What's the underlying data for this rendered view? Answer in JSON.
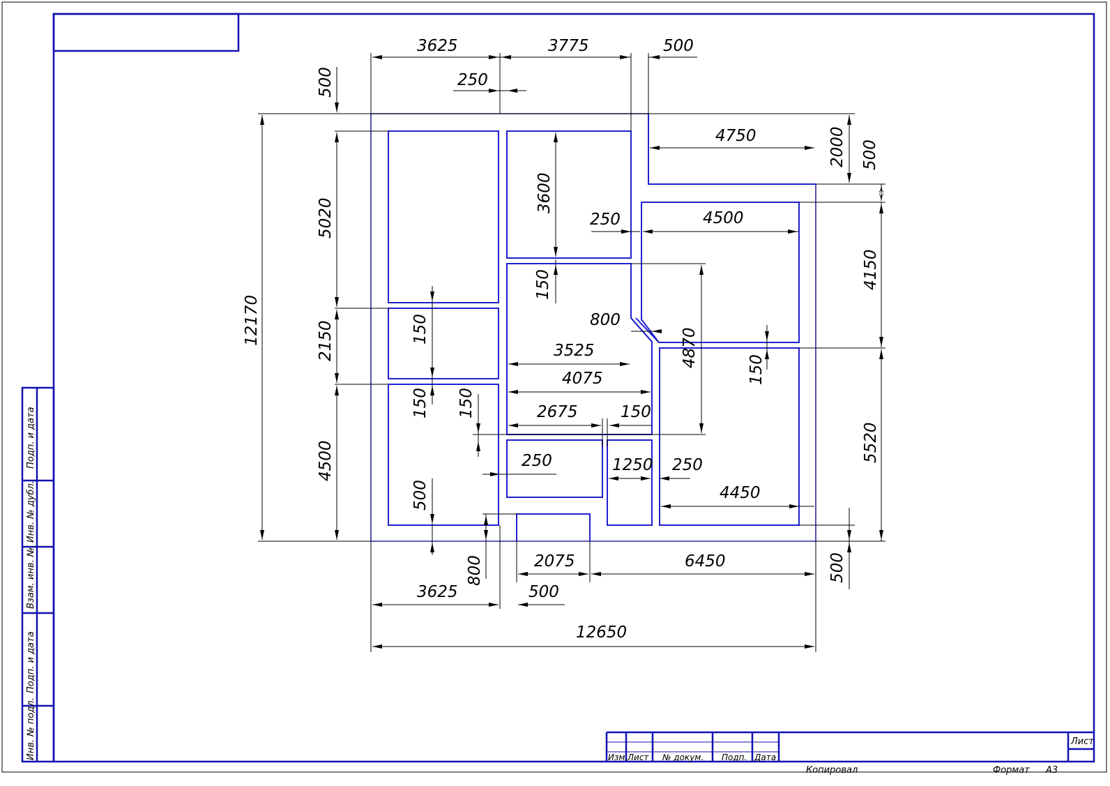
{
  "colors": {
    "frame": "#1010b0",
    "outline": "#2020d0",
    "dimension": "#000000",
    "paper": "#ffffff"
  },
  "dimensions": {
    "top_left_width": "3625",
    "top_middle_width": "3775",
    "top_right_step": "500",
    "top_wall_gap": "250",
    "top_offset": "500",
    "right_wing_width": "4750",
    "right_wing_height": "2000",
    "right_wing_wall": "500",
    "room_b_height": "3600",
    "wall_250_a": "250",
    "room_e_width": "4500",
    "room_c_height": "5020",
    "room_e_height": "4150",
    "wall_150_a": "150",
    "diagonal_800": "800",
    "total_height": "12170",
    "hall_width_3525": "3525",
    "hall_height_4870": "4870",
    "room_d_height": "2150",
    "wall_150_b": "150",
    "hall_width_4075": "4075",
    "wall_150_right": "150",
    "wall_150_c": "150",
    "wall_150_d": "150",
    "width_2675": "2675",
    "wall_150_e": "150",
    "room_f_height": "5520",
    "bottom_left_height": "4500",
    "wall_250_b": "250",
    "width_1250": "1250",
    "wall_250_c": "250",
    "room_f_width": "4450",
    "wall_500_bottom": "500",
    "entry_width": "2075",
    "bottom_right_width": "6450",
    "bottom_wall_500": "500",
    "entry_depth": "800",
    "bottom_left_width": "3625",
    "bottom_gap_500": "500",
    "total_width": "12650"
  },
  "side_stamp": {
    "cells": [
      "Подп. и дата",
      "Инв. № дубл.",
      "Взам. инв. №",
      "Подп. и дата",
      "Инв. № подл."
    ]
  },
  "title_block": {
    "headers": [
      "Изм.",
      "Лист",
      "№ докум.",
      "Подп.",
      "Дата"
    ],
    "sheet_label": "Лист"
  },
  "footer": {
    "copied": "Копировал",
    "format_label": "Формат",
    "format_value": "А3"
  }
}
